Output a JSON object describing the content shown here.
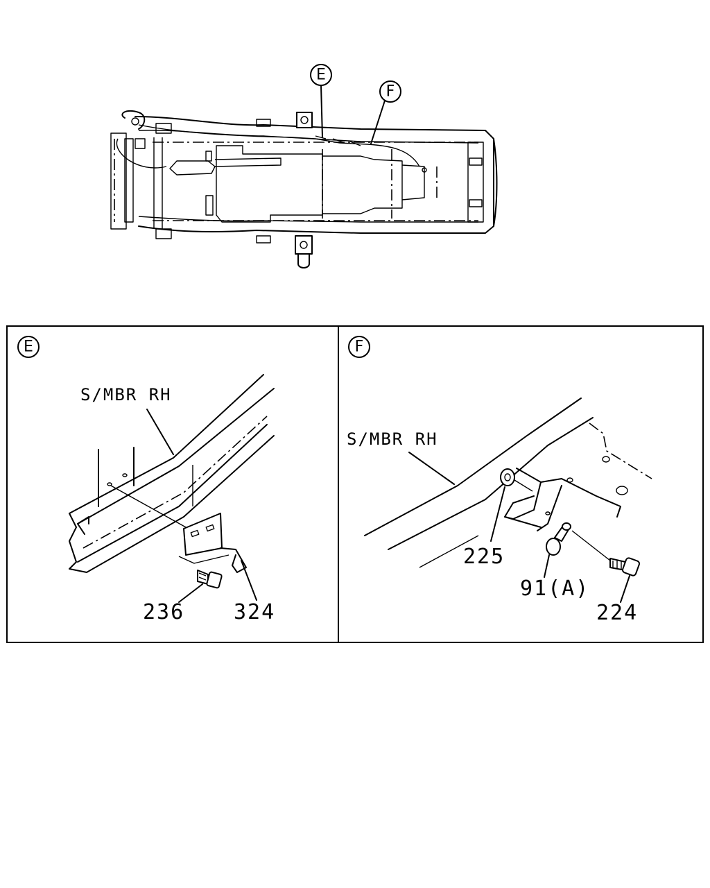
{
  "overview": {
    "callout_e": "E",
    "callout_f": "F"
  },
  "panel_e": {
    "badge": "E",
    "member_label": "S/MBR RH",
    "parts": [
      "236",
      "324"
    ]
  },
  "panel_f": {
    "badge": "F",
    "member_label": "S/MBR RH",
    "parts": [
      "225",
      "91(A)",
      "224"
    ]
  }
}
